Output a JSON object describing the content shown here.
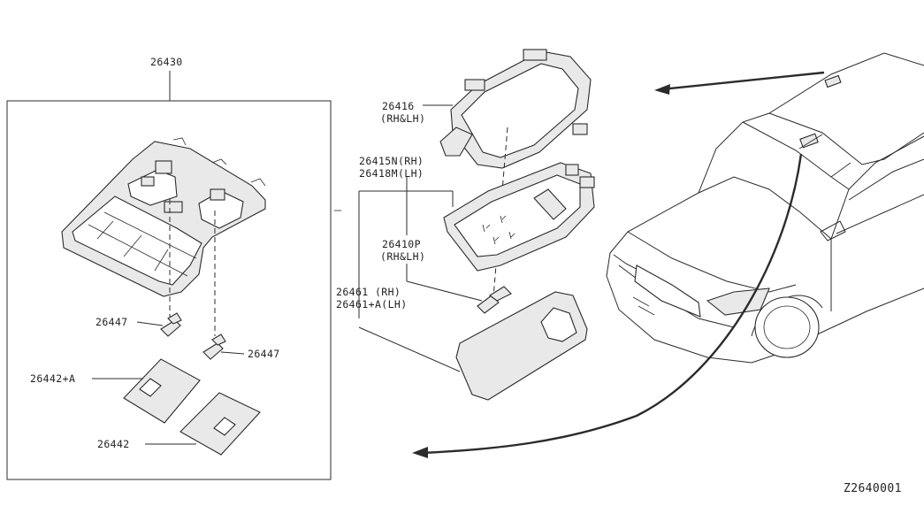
{
  "labels": {
    "l26430": "26430",
    "l26416": "26416",
    "l26416_sub": "(RH&LH)",
    "l26415n": "26415N(RH)",
    "l26418m": "26418M(LH)",
    "l26410p": "26410P",
    "l26410p_sub": "(RH&LH)",
    "l26461": "26461   (RH)",
    "l26461a": "26461+A(LH)",
    "l26447a": "26447",
    "l26447b": "26447",
    "l26442a": "26442+A",
    "l26442": "26442",
    "diagram_id": "Z2640001"
  }
}
